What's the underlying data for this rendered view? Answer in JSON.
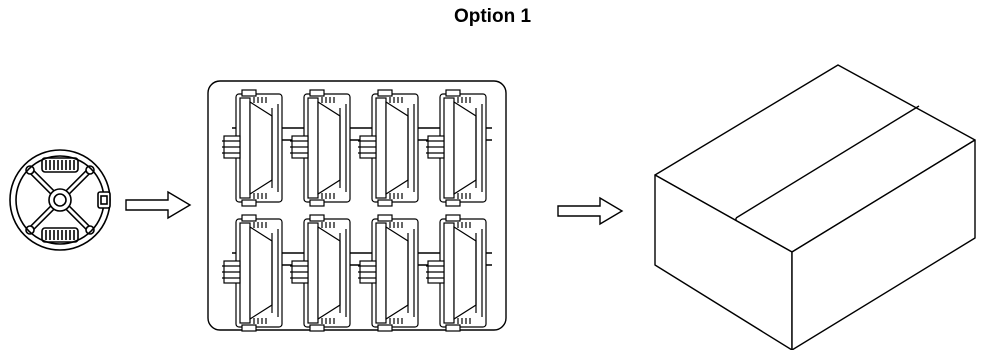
{
  "title": "Option 1",
  "steps": [
    {
      "name": "single-unit",
      "icon": "round-speaker-unit-icon"
    },
    {
      "name": "packing-tray",
      "icon": "tray-with-8-units-icon",
      "tray_rows": 2,
      "tray_cols": 4
    },
    {
      "name": "shipping-carton",
      "icon": "carton-box-icon"
    }
  ],
  "colors": {
    "line": "#000000",
    "background": "#ffffff"
  }
}
